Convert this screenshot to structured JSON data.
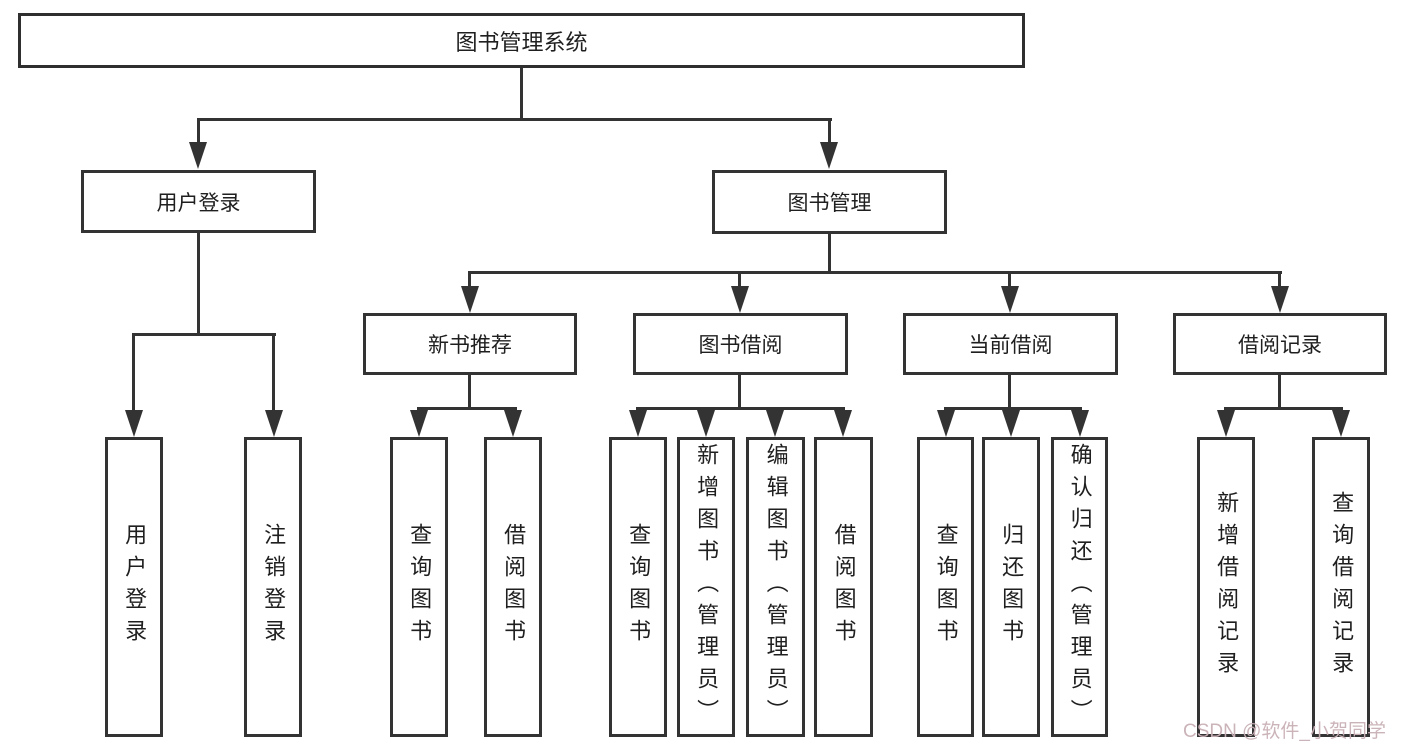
{
  "diagram_title": "图书管理系统",
  "nodes": {
    "root": {
      "label": "图书管理系统"
    },
    "user_login": {
      "label": "用户登录"
    },
    "book_mgmt": {
      "label": "图书管理"
    },
    "new_book_rec": {
      "label": "新书推荐"
    },
    "book_borrow": {
      "label": "图书借阅"
    },
    "current_borrow": {
      "label": "当前借阅"
    },
    "borrow_record": {
      "label": "借阅记录"
    },
    "leaf_user_login": {
      "label": "用户登录"
    },
    "leaf_logout": {
      "label": "注销登录"
    },
    "leaf_nb_query": {
      "label": "查询图书"
    },
    "leaf_nb_borrow": {
      "label": "借阅图书"
    },
    "leaf_bb_query": {
      "label": "查询图书"
    },
    "leaf_bb_add": {
      "label": "新增图书（管理员）"
    },
    "leaf_bb_edit": {
      "label": "编辑图书（管理员）"
    },
    "leaf_bb_borrow": {
      "label": "借阅图书"
    },
    "leaf_cb_query": {
      "label": "查询图书"
    },
    "leaf_cb_return": {
      "label": "归还图书"
    },
    "leaf_cb_confirm": {
      "label": "确认归还（管理员）"
    },
    "leaf_br_add": {
      "label": "新增借阅记录"
    },
    "leaf_br_query": {
      "label": "查询借阅记录"
    }
  },
  "hierarchy": {
    "图书管理系统": {
      "用户登录": [
        "用户登录",
        "注销登录"
      ],
      "图书管理": {
        "新书推荐": [
          "查询图书",
          "借阅图书"
        ],
        "图书借阅": [
          "查询图书",
          "新增图书（管理员）",
          "编辑图书（管理员）",
          "借阅图书"
        ],
        "当前借阅": [
          "查询图书",
          "归还图书",
          "确认归还（管理员）"
        ],
        "借阅记录": [
          "新增借阅记录",
          "查询借阅记录"
        ]
      }
    }
  },
  "watermark": {
    "text": "CSDN @软件_小贺同学",
    "color": "#c9b0b6"
  },
  "colors": {
    "line": "#333333",
    "text": "#1f1f1f",
    "background": "#ffffff"
  }
}
